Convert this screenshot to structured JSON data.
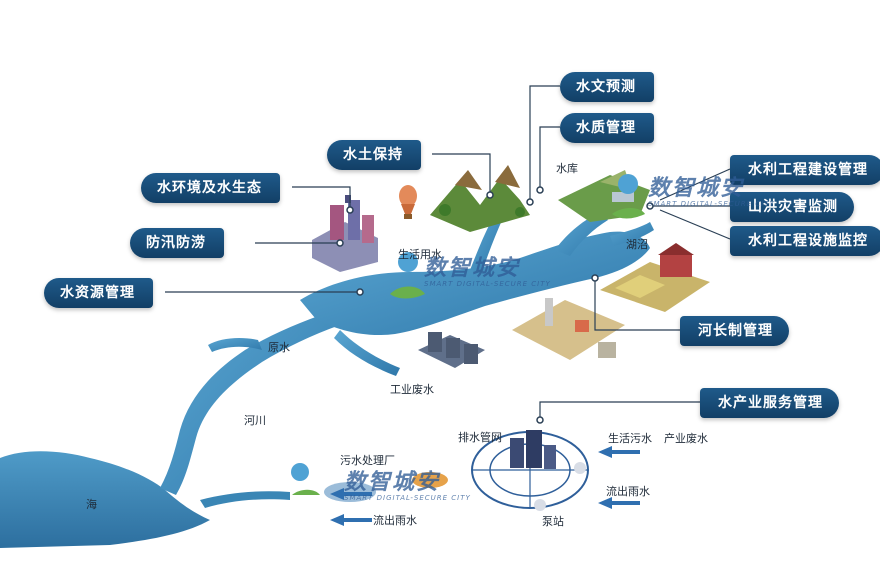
{
  "tags": {
    "water_forecast": "水文预测",
    "water_quality": "水质管理",
    "soil_conservation": "水土保持",
    "water_environment": "水环境及水生态",
    "flood_control": "防汛防涝",
    "water_resources": "水资源管理",
    "project_construction": "水利工程建设管理",
    "mountain_flood": "山洪灾害监测",
    "facility_monitoring": "水利工程设施监控",
    "river_chief": "河长制管理",
    "water_industry": "水产业服务管理"
  },
  "labels": {
    "reservoir": "水库",
    "lake": "湖沼",
    "domestic_water": "生活用水",
    "raw_water": "原水",
    "industrial_waste": "工业废水",
    "river": "河川",
    "sea": "海",
    "sewage_plant": "污水处理厂",
    "drain_network": "排水管网",
    "domestic_sewage": "生活污水",
    "industrial_wastewater": "产业废水",
    "rain_out_right": "流出雨水",
    "rain_out_left": "流出雨水",
    "pump_station": "泵站"
  },
  "watermark": {
    "cn": "数智城安",
    "en": "SMART DIGITAL-SECURE CITY"
  },
  "colors": {
    "tag_bg": "#1a4f7c",
    "water": "#3a86b5",
    "connector": "#2a3f55"
  }
}
